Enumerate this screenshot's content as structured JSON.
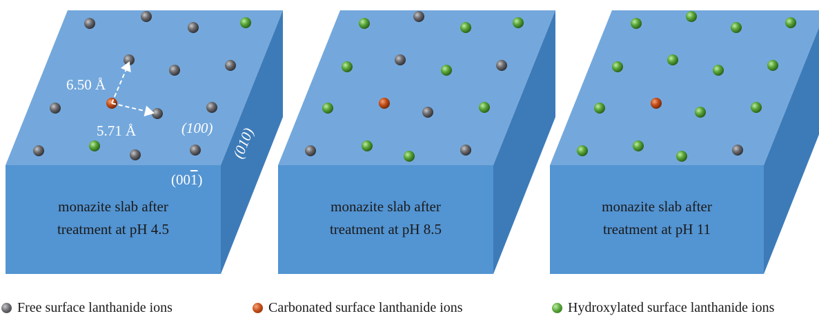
{
  "colors": {
    "top_face": "#74a8dc",
    "front_face": "#5394d2",
    "side_face": "#3d7bb8",
    "free_ion": "#6e6e72",
    "carbonated_ion": "#c8501a",
    "hydroxylated_ion": "#5aa93a",
    "annotation": "#ffffff"
  },
  "slabs": [
    {
      "id": "ph45",
      "label_line1": "monazite slab after",
      "label_line2": "treatment at pH 4.5",
      "ions": [
        "free",
        "free",
        "free",
        "hydroxylated",
        "free",
        "free",
        "free",
        "free",
        "carbonated",
        "free",
        "free",
        "free",
        "hydroxylated",
        "free",
        "free"
      ]
    },
    {
      "id": "ph85",
      "label_line1": "monazite slab after",
      "label_line2": "treatment at pH 8.5",
      "ions": [
        "hydroxylated",
        "free",
        "hydroxylated",
        "hydroxylated",
        "hydroxylated",
        "free",
        "hydroxylated",
        "free",
        "hydroxylated",
        "carbonated",
        "free",
        "hydroxylated",
        "free",
        "hydroxylated",
        "hydroxylated",
        "free"
      ]
    },
    {
      "id": "ph11",
      "label_line1": "monazite slab after",
      "label_line2": "treatment at pH 11",
      "ions": [
        "hydroxylated",
        "hydroxylated",
        "hydroxylated",
        "hydroxylated",
        "hydroxylated",
        "hydroxylated",
        "hydroxylated",
        "hydroxylated",
        "hydroxylated",
        "carbonated",
        "hydroxylated",
        "hydroxylated",
        "hydroxylated",
        "hydroxylated",
        "hydroxylated",
        "free"
      ]
    }
  ],
  "annotations": {
    "distance_a": "6.50 Å",
    "distance_b": "5.71 Å",
    "face_100": "(100)",
    "face_010": "(010)",
    "face_001_prefix": "(00",
    "face_001_bar": "1",
    "face_001_suffix": ")"
  },
  "legend": {
    "free": "Free surface lanthanide ions",
    "carbonated": "Carbonated surface lanthanide ions",
    "hydroxylated": "Hydroxylated surface lanthanide ions"
  }
}
